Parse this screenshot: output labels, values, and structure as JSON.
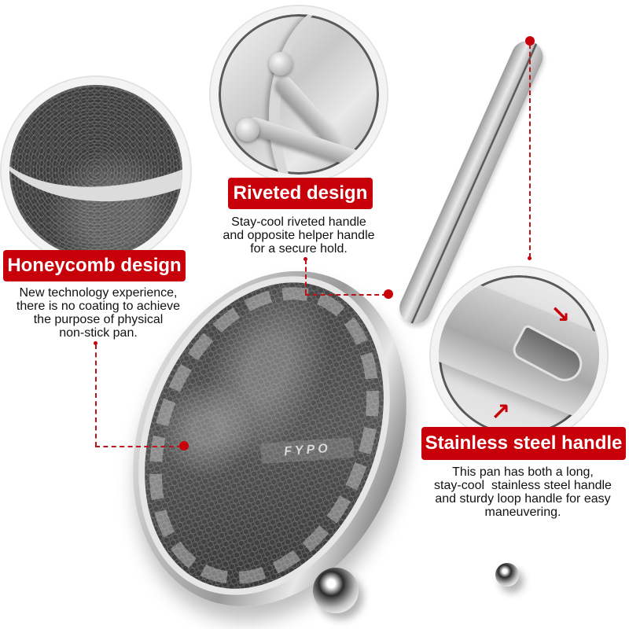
{
  "features": [
    {
      "id": "honeycomb",
      "title": "Honeycomb design",
      "description_lines": [
        "New technology experience,",
        "there is no coating to achieve",
        "the purpose of physical",
        "non-stick pan."
      ]
    },
    {
      "id": "riveted",
      "title": "Riveted design",
      "description_lines": [
        "Stay-cool riveted handle",
        "and opposite helper handle",
        "for a secure hold."
      ]
    },
    {
      "id": "handle",
      "title": "Stainless steel handle",
      "description_lines": [
        "This pan has both a long,",
        "stay-cool  stainless steel handle",
        "and sturdy loop handle for easy",
        "maneuvering."
      ]
    }
  ],
  "product": {
    "brand_logo": "FYPO",
    "arrows": [
      "↘",
      "↗"
    ]
  },
  "colors": {
    "accent_red": "#c8000a",
    "background": "#ffffff",
    "text": "#111111"
  }
}
